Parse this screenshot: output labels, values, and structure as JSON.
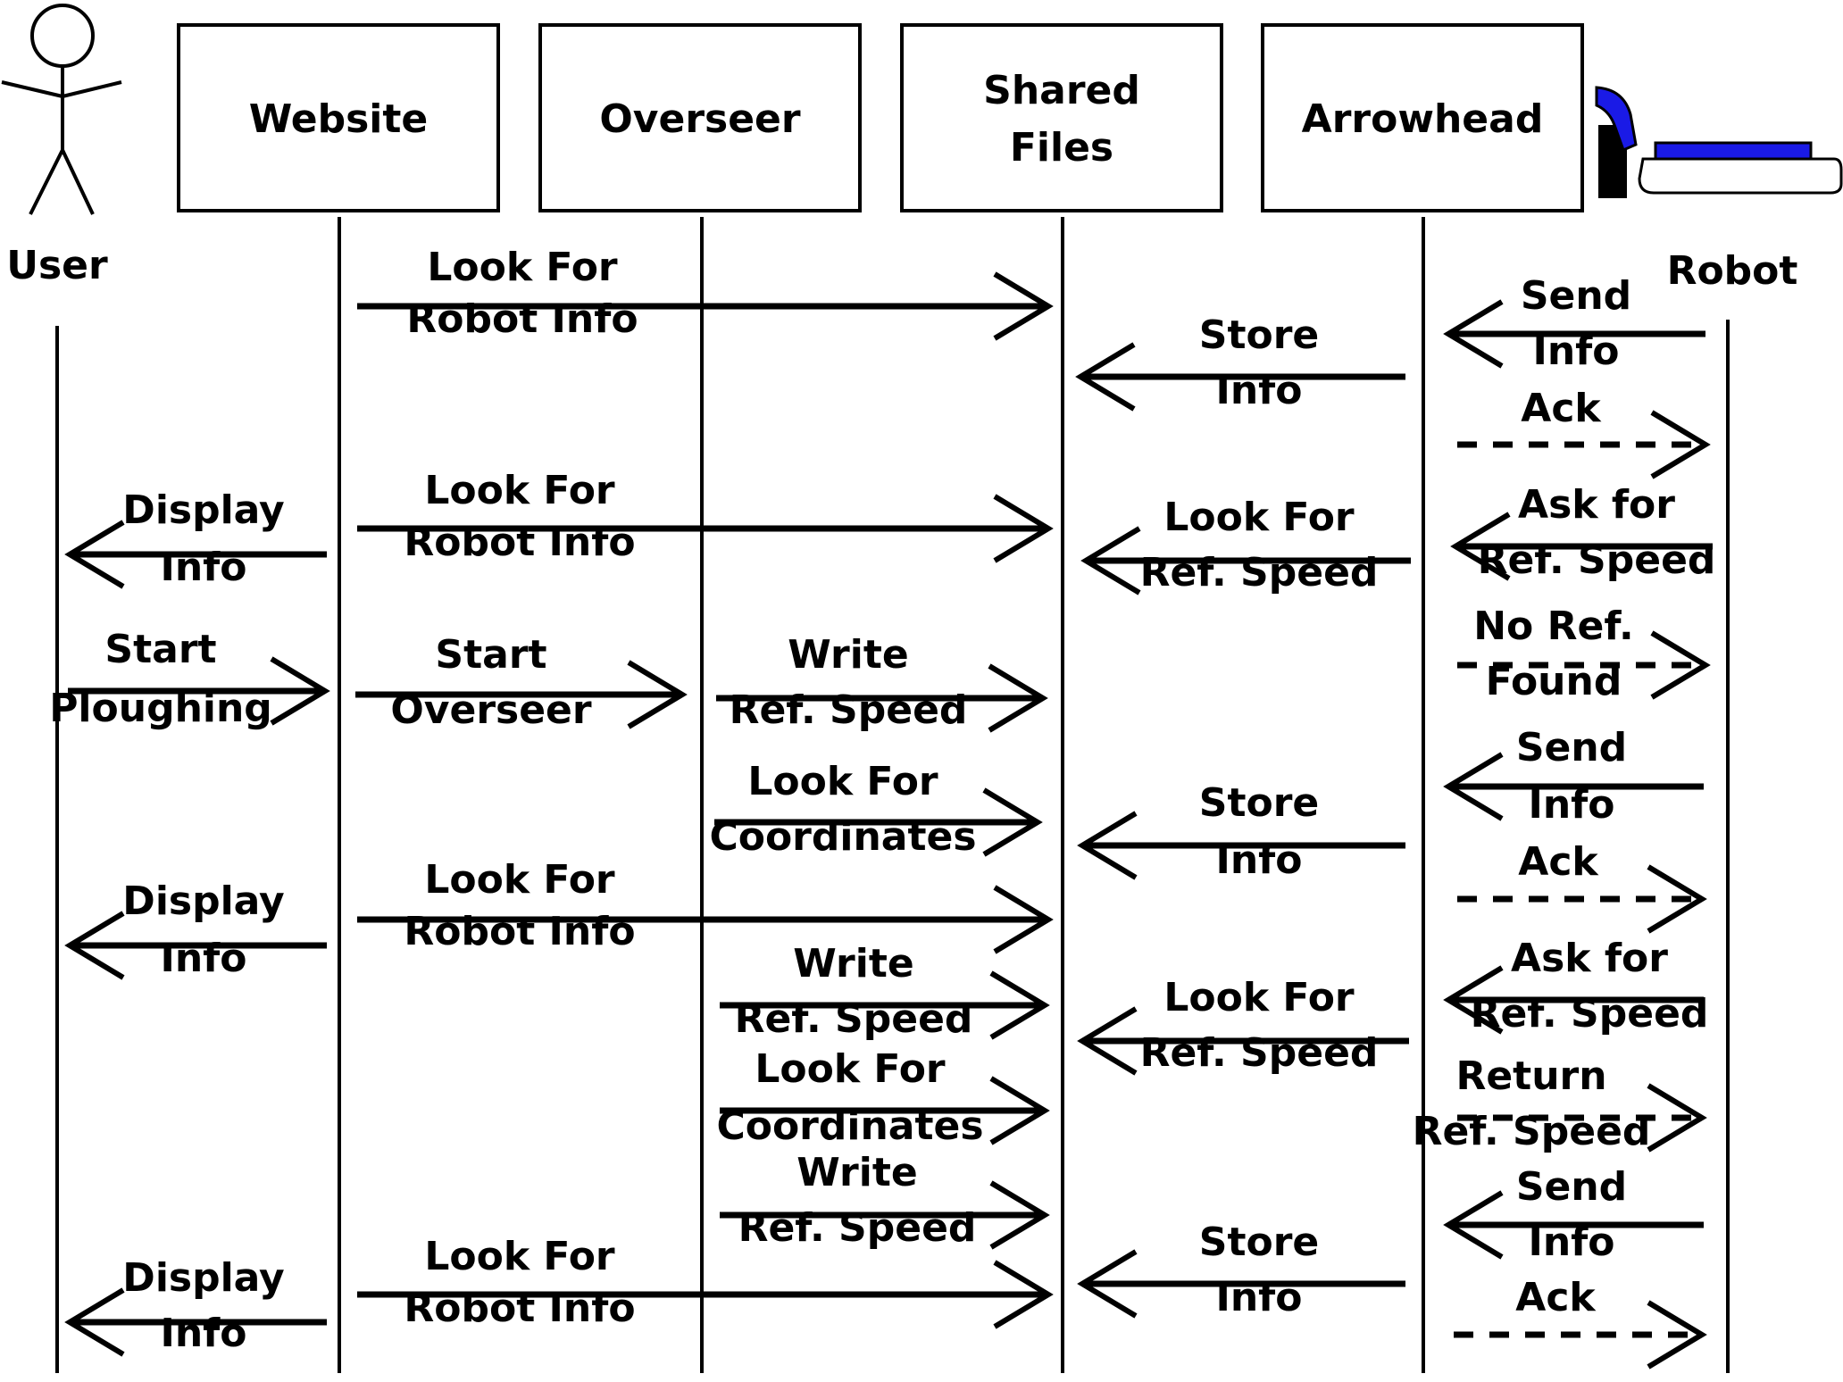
{
  "participants": [
    {
      "id": "user",
      "label": [
        "User"
      ]
    },
    {
      "id": "website",
      "label": [
        "Website"
      ]
    },
    {
      "id": "overseer",
      "label": [
        "Overseer"
      ]
    },
    {
      "id": "shared",
      "label": [
        "Shared",
        "Files"
      ]
    },
    {
      "id": "arrowhead",
      "label": [
        "Arrowhead"
      ]
    },
    {
      "id": "robot",
      "label": [
        "Robot"
      ]
    }
  ],
  "robot_icon": {
    "name": "robot-mower-icon",
    "body_color": "#ffffff",
    "accent_color": "#1a1ae6",
    "bumper_color": "#000000"
  },
  "messages": [
    {
      "from": "website",
      "to": "shared",
      "style": "solid",
      "label": [
        "Look For",
        "Robot Info"
      ]
    },
    {
      "from": "robot",
      "to": "arrowhead",
      "style": "solid",
      "label": [
        "Send",
        "Info"
      ]
    },
    {
      "from": "arrowhead",
      "to": "shared",
      "style": "solid",
      "label": [
        "Store",
        "Info"
      ]
    },
    {
      "from": "arrowhead",
      "to": "robot",
      "style": "dashed",
      "label": [
        "Ack"
      ]
    },
    {
      "from": "website",
      "to": "user",
      "style": "solid",
      "label": [
        "Display",
        "Info"
      ]
    },
    {
      "from": "website",
      "to": "shared",
      "style": "solid",
      "label": [
        "Look For",
        "Robot Info"
      ]
    },
    {
      "from": "robot",
      "to": "arrowhead",
      "style": "solid",
      "label": [
        "Ask for",
        "Ref. Speed"
      ]
    },
    {
      "from": "arrowhead",
      "to": "shared",
      "style": "solid",
      "label": [
        "Look For",
        "Ref. Speed"
      ]
    },
    {
      "from": "arrowhead",
      "to": "robot",
      "style": "dashed",
      "label": [
        "No Ref.",
        "Found"
      ]
    },
    {
      "from": "user",
      "to": "website",
      "style": "solid",
      "label": [
        "Start",
        "Ploughing"
      ]
    },
    {
      "from": "website",
      "to": "overseer",
      "style": "solid",
      "label": [
        "Start",
        "Overseer"
      ]
    },
    {
      "from": "overseer",
      "to": "shared",
      "style": "solid",
      "label": [
        "Write",
        "Ref. Speed"
      ]
    },
    {
      "from": "robot",
      "to": "arrowhead",
      "style": "solid",
      "label": [
        "Send",
        "Info"
      ]
    },
    {
      "from": "overseer",
      "to": "shared",
      "style": "solid",
      "label": [
        "Look For",
        "Coordinates"
      ]
    },
    {
      "from": "arrowhead",
      "to": "shared",
      "style": "solid",
      "label": [
        "Store",
        "Info"
      ]
    },
    {
      "from": "arrowhead",
      "to": "robot",
      "style": "dashed",
      "label": [
        "Ack"
      ]
    },
    {
      "from": "website",
      "to": "user",
      "style": "solid",
      "label": [
        "Display",
        "Info"
      ]
    },
    {
      "from": "website",
      "to": "shared",
      "style": "solid",
      "label": [
        "Look For",
        "Robot Info"
      ]
    },
    {
      "from": "robot",
      "to": "arrowhead",
      "style": "solid",
      "label": [
        "Ask for",
        "Ref. Speed"
      ]
    },
    {
      "from": "overseer",
      "to": "shared",
      "style": "solid",
      "label": [
        "Write",
        "Ref. Speed"
      ]
    },
    {
      "from": "arrowhead",
      "to": "shared",
      "style": "solid",
      "label": [
        "Look For",
        "Ref. Speed"
      ]
    },
    {
      "from": "arrowhead",
      "to": "robot",
      "style": "dashed",
      "label": [
        "Return",
        "Ref. Speed"
      ]
    },
    {
      "from": "overseer",
      "to": "shared",
      "style": "solid",
      "label": [
        "Look For",
        "Coordinates"
      ]
    },
    {
      "from": "robot",
      "to": "arrowhead",
      "style": "solid",
      "label": [
        "Send",
        "Info"
      ]
    },
    {
      "from": "overseer",
      "to": "shared",
      "style": "solid",
      "label": [
        "Write",
        "Ref. Speed"
      ]
    },
    {
      "from": "arrowhead",
      "to": "shared",
      "style": "solid",
      "label": [
        "Store",
        "Info"
      ]
    },
    {
      "from": "arrowhead",
      "to": "robot",
      "style": "dashed",
      "label": [
        "Ack"
      ]
    },
    {
      "from": "website",
      "to": "user",
      "style": "solid",
      "label": [
        "Display",
        "Info"
      ]
    },
    {
      "from": "website",
      "to": "shared",
      "style": "solid",
      "label": [
        "Look For",
        "Robot Info"
      ]
    }
  ]
}
